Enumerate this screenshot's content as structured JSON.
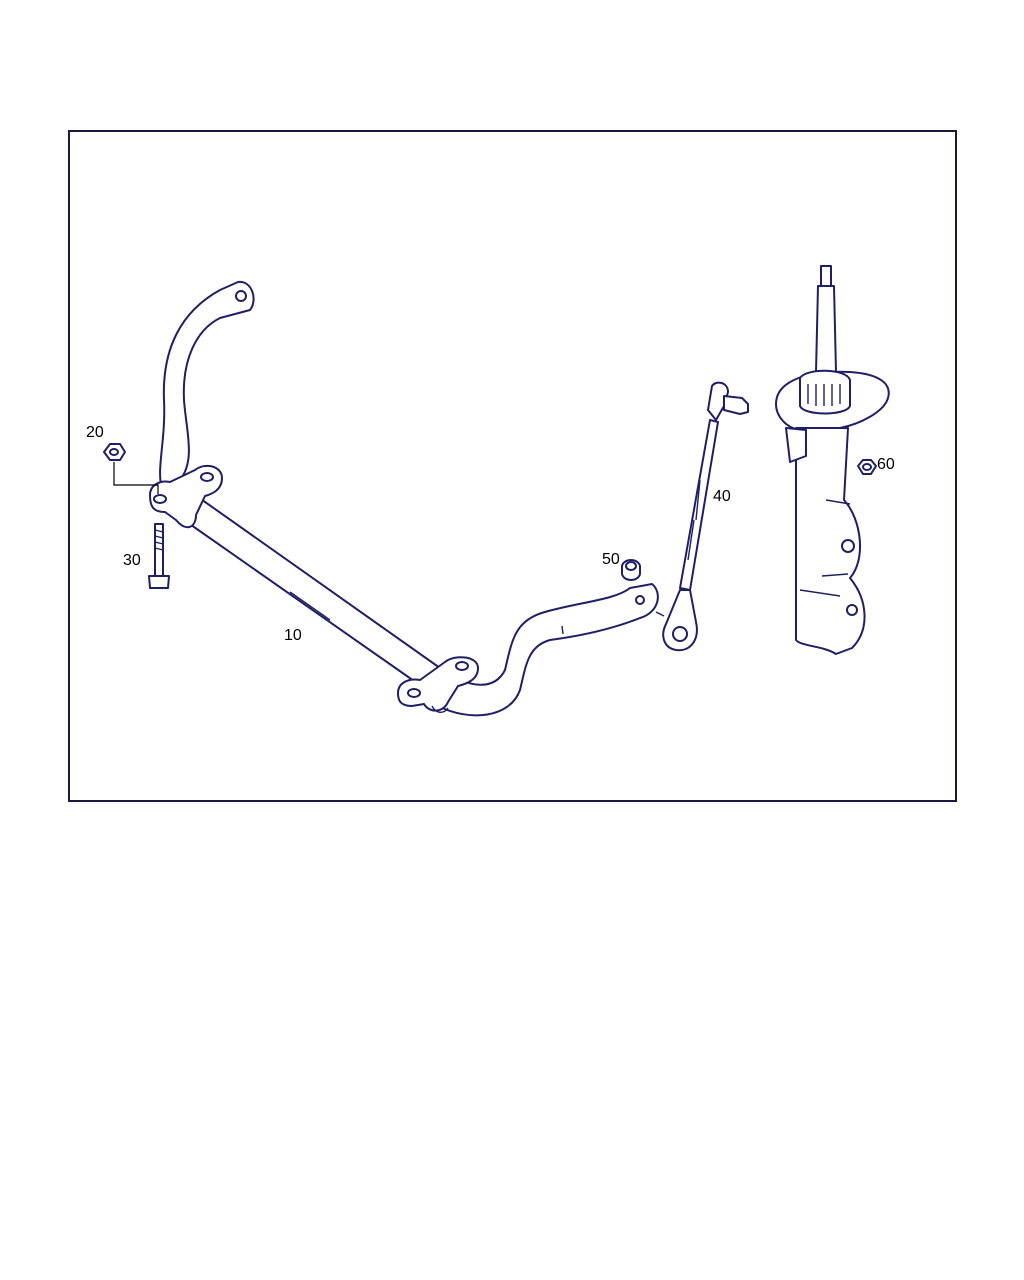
{
  "callouts": {
    "c10": "10",
    "c20": "20",
    "c30": "30",
    "c40": "40",
    "c50": "50",
    "c60": "60"
  },
  "colors": {
    "line": "#1f1f66",
    "frame": "#1a1a40",
    "background": "#ffffff"
  }
}
